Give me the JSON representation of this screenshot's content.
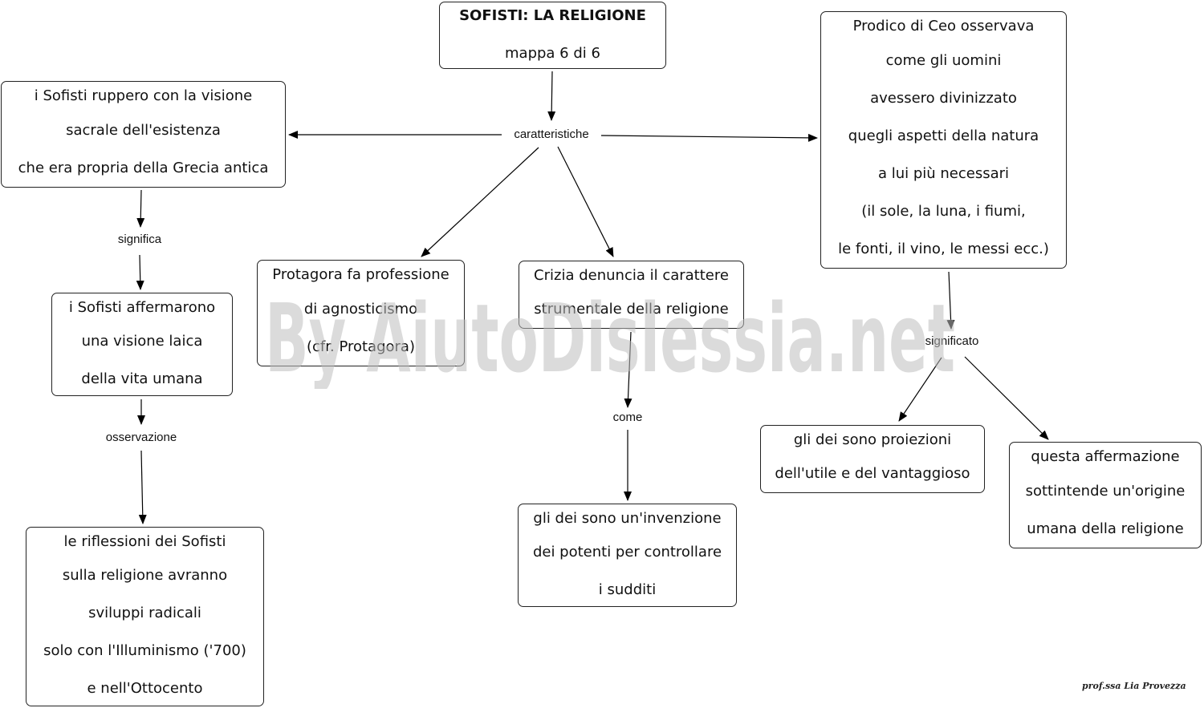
{
  "title_node": {
    "line1": "SOFISTI: LA RELIGIONE",
    "line2": "mappa 6 di 6"
  },
  "nodes": {
    "rottura": [
      "i Sofisti ruppero con la visione",
      "sacrale dell'esistenza",
      "che era propria della Grecia antica"
    ],
    "laica": [
      "i Sofisti affermarono",
      "una visione laica",
      "della vita umana"
    ],
    "riflessioni": [
      "le riflessioni dei Sofisti",
      "sulla religione avranno",
      "sviluppi radicali",
      "solo con l'Illuminismo ('700)",
      "e nell'Ottocento"
    ],
    "protagora": [
      "Protagora fa professione",
      "di agnosticismo",
      "(cfr. Protagora)"
    ],
    "crizia": [
      "Crizia denuncia il carattere",
      "strumentale della religione"
    ],
    "invenzione": [
      "gli dei sono un'invenzione",
      "dei potenti per controllare",
      "i sudditi"
    ],
    "prodico": [
      "Prodico di Ceo osservava",
      "come gli uomini",
      "avessero divinizzato",
      "quegli aspetti della natura",
      "a lui più necessari",
      "(il sole, la luna, i fiumi,",
      "le fonti, il vino, le messi ecc.)"
    ],
    "proiezioni": [
      "gli dei sono proiezioni",
      "dell'utile e del vantaggioso"
    ],
    "origine": [
      "questa affermazione",
      "sottintende un'origine",
      "umana della religione"
    ]
  },
  "links": {
    "caratteristiche": "caratteristiche",
    "significa": "significa",
    "osservazione": "osservazione",
    "come": "come",
    "significato": "significato"
  },
  "watermark": "By AiutoDislessia.net",
  "signature": "prof.ssa Lia Provezza"
}
